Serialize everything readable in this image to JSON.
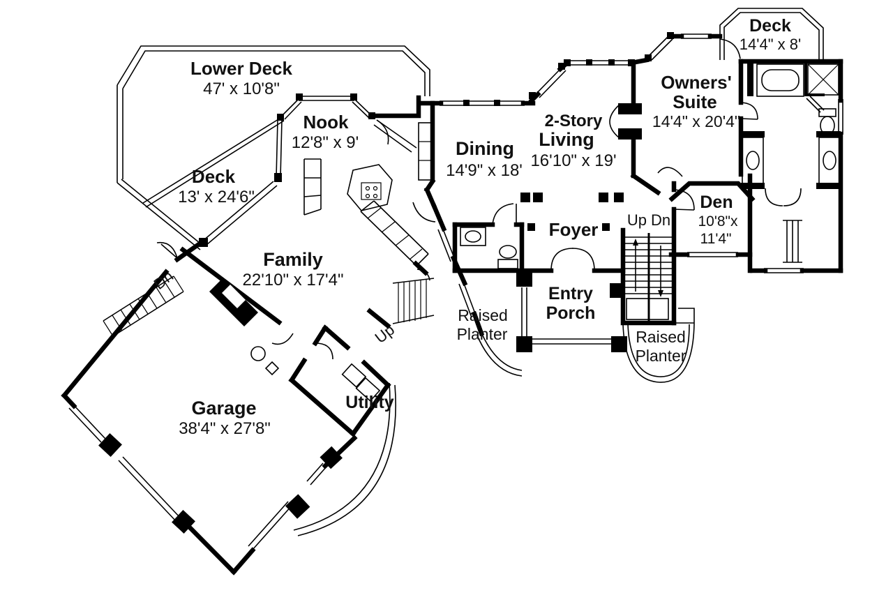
{
  "figure": {
    "type": "floor-plan",
    "background_color": "#ffffff",
    "ink_color": "#000000"
  },
  "rooms": [
    {
      "id": "lower-deck",
      "label": "Lower Deck",
      "dimensions": "47' x 10'8\""
    },
    {
      "id": "side-deck",
      "label": "Deck",
      "dimensions": "13' x 24'6\""
    },
    {
      "id": "nook",
      "label": "Nook",
      "dimensions": "12'8\" x 9'"
    },
    {
      "id": "dining",
      "label": "Dining",
      "dimensions": "14'9\" x 18'"
    },
    {
      "id": "living",
      "label": "2-Story Living",
      "label_lines": [
        "2-Story",
        "Living"
      ],
      "dimensions": "16'10\" x 19'"
    },
    {
      "id": "owners-suite",
      "label": "Owners' Suite",
      "label_lines": [
        "Owners'",
        "Suite"
      ],
      "dimensions": "14'4\" x 20'4\""
    },
    {
      "id": "upper-deck",
      "label": "Deck",
      "dimensions": "14'4\" x 8'"
    },
    {
      "id": "den",
      "label": "Den",
      "dimensions": "10'8\"x 11'4\"",
      "dim_lines": [
        "10'8\"x",
        "11'4\""
      ]
    },
    {
      "id": "foyer",
      "label": "Foyer"
    },
    {
      "id": "family",
      "label": "Family",
      "dimensions": "22'10\" x 17'4\""
    },
    {
      "id": "entry-porch",
      "label": "Entry Porch",
      "label_lines": [
        "Entry",
        "Porch"
      ]
    },
    {
      "id": "garage",
      "label": "Garage",
      "dimensions": "38'4\" x 27'8\""
    },
    {
      "id": "utility",
      "label": "Utility"
    },
    {
      "id": "raised-planter-left",
      "label": "Raised Planter",
      "label_lines": [
        "Raised",
        "Planter"
      ]
    },
    {
      "id": "raised-planter-right",
      "label": "Raised Planter",
      "label_lines": [
        "Raised",
        "Planter"
      ]
    }
  ],
  "annotations": [
    {
      "id": "main-stair",
      "text": "Up Dn"
    },
    {
      "id": "deck-stair",
      "text": "Dn"
    },
    {
      "id": "back-stair",
      "text": "Up"
    }
  ]
}
